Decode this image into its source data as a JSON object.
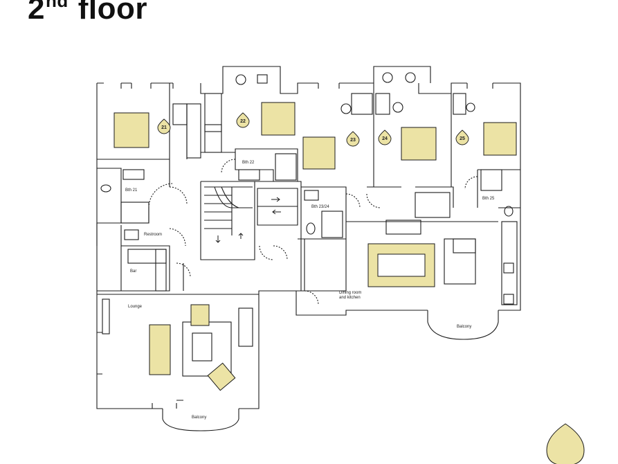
{
  "title": {
    "number": "2",
    "suffix": "nd",
    "word": "floor"
  },
  "colors": {
    "accent": "#ece3a5",
    "wall": "#1a1a1a",
    "background": "#ffffff"
  },
  "rooms": {
    "r21": "21",
    "r22": "22",
    "r23": "23",
    "r24": "24",
    "r25": "25",
    "bth21": "Bth 21",
    "bth22": "Bth 22",
    "bth2324": "Bth 23/24",
    "bth25": "Bth 25",
    "restroom": "Restroom",
    "bar": "Bar",
    "lounge": "Lounge",
    "dining1": "Dining room",
    "dining2": "and kitchen",
    "balcony_bottom": "Balcony",
    "balcony_right": "Balcony"
  },
  "icons": [
    "room-marker-icon",
    "stair-arrow-icon",
    "brand-drop-icon"
  ]
}
